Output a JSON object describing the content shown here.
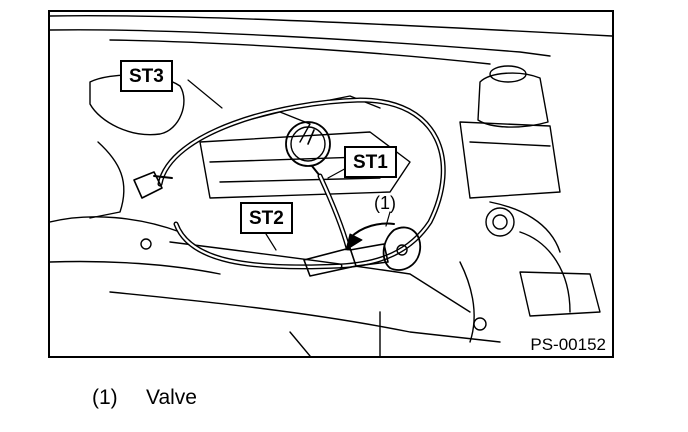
{
  "figure": {
    "callouts": {
      "st3": "ST3",
      "st1": "ST1",
      "st2": "ST2",
      "item1": "(1)"
    },
    "code": "PS-00152"
  },
  "legend": {
    "items": [
      {
        "number": "(1)",
        "text": "Valve"
      }
    ]
  }
}
